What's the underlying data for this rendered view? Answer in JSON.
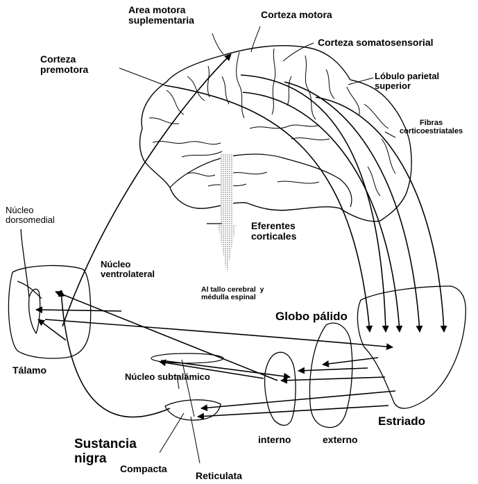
{
  "labels": {
    "area_motora": "Area motora\nsuplementaria",
    "corteza_motora": "Corteza motora",
    "corteza_somato": "Corteza  somatosensorial",
    "corteza_premotora": "Corteza\npremotora",
    "lobulo": "Lóbulo parietal\nsuperior",
    "fibras": "Fibras\ncorticoestriatales",
    "nucleo_dorso": "Núcleo\ndorsomedial",
    "eferentes": "Eferentes\ncorticales",
    "nucleo_ventro": "Núcleo\nventrolateral",
    "tallo": "Al tallo cerebral  y\nmédulla espinal",
    "globo": "Globo pálido",
    "talamo": "Tálamo",
    "subtalamico": "Núcleo subtalámico",
    "estriado": "Estriado",
    "sustancia": "Sustancia\nnigra",
    "interno": "interno",
    "externo": "externo",
    "compacta": "Compacta",
    "reticulata": "Reticulata"
  },
  "colors": {
    "ink": "#000000",
    "background": "#ffffff",
    "efferent_shading": "#9a9a9a"
  }
}
